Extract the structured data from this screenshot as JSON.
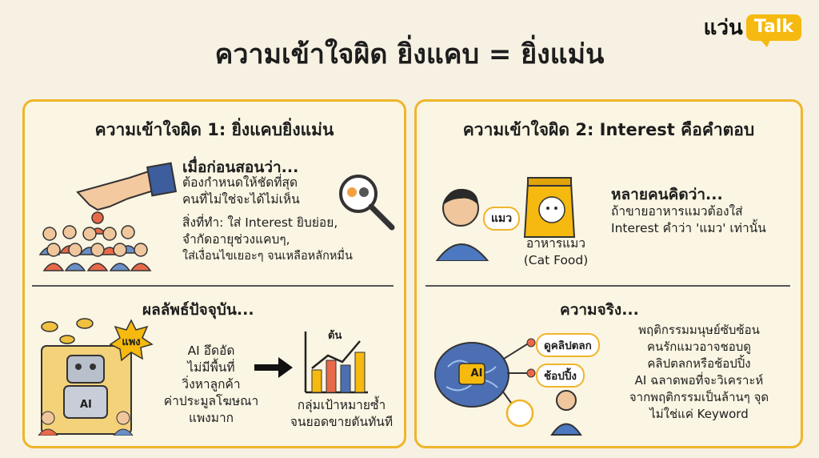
{
  "title": "ความเข้าใจผิด ยิ่งแคบ = ยิ่งแม่น",
  "brand": {
    "main": "แว่น",
    "bubble": "Talk"
  },
  "left": {
    "title": "ความเข้าใจผิด 1: ยิ่งแคบยิ่งแม่น",
    "top": {
      "heading": "เมื่อก่อนสอนว่า...",
      "lines": [
        "ต้องกำหนดให้ชัดที่สุด",
        "คนที่ไม่ใช่จะได้ไม่เห็น",
        "สิ่งที่ทำ: ใส่ Interest ยิบย่อย,",
        "จำกัดอายุช่วงแคบๆ,",
        "ใส่เงื่อนไขเยอะๆ จนเหลือหลักหมื่น"
      ]
    },
    "bottom": {
      "heading": "ผลลัพธ์ปัจจุบัน...",
      "badge": "แพง",
      "robot_label": "AI",
      "lines": [
        "AI อึดอัด",
        "ไม่มีพื้นที่",
        "วิ่งหาลูกค้า",
        "ค่าประมูลโฆษณา",
        "แพงมาก"
      ],
      "chart_label": "ต้น",
      "result_lines": [
        "กลุ่มเป้าหมายซ้ำ",
        "จนยอดขายตันทันที"
      ]
    }
  },
  "right": {
    "title": "ความเข้าใจผิด 2: Interest คือคำตอบ",
    "top": {
      "bubble": "แมว",
      "product_lines": [
        "อาหารแมว",
        "(Cat Food)"
      ],
      "heading": "หลายคนคิดว่า...",
      "lines": [
        "ถ้าขายอาหารแมวต้องใส่",
        "Interest คำว่า 'แมว' เท่านั้น"
      ]
    },
    "bottom": {
      "heading": "ความจริง...",
      "brain_label": "AI",
      "tags": [
        "ดูคลิปตลก",
        "ช้อปปิ้ง"
      ],
      "lines": [
        "พฤติกรรมมนุษย์ซับซ้อน",
        "คนรักแมวอาจชอบดู",
        "คลิปตลกหรือช้อปปิ้ง",
        "AI ฉลาดพอที่จะวิเคราะห์",
        "จากพฤติกรรมเป็นล้านๆ จุด",
        "ไม่ใช่แค่ Keyword"
      ]
    },
    "colors": {
      "accent": "#efb52a",
      "brand": "#f5b90f"
    }
  }
}
